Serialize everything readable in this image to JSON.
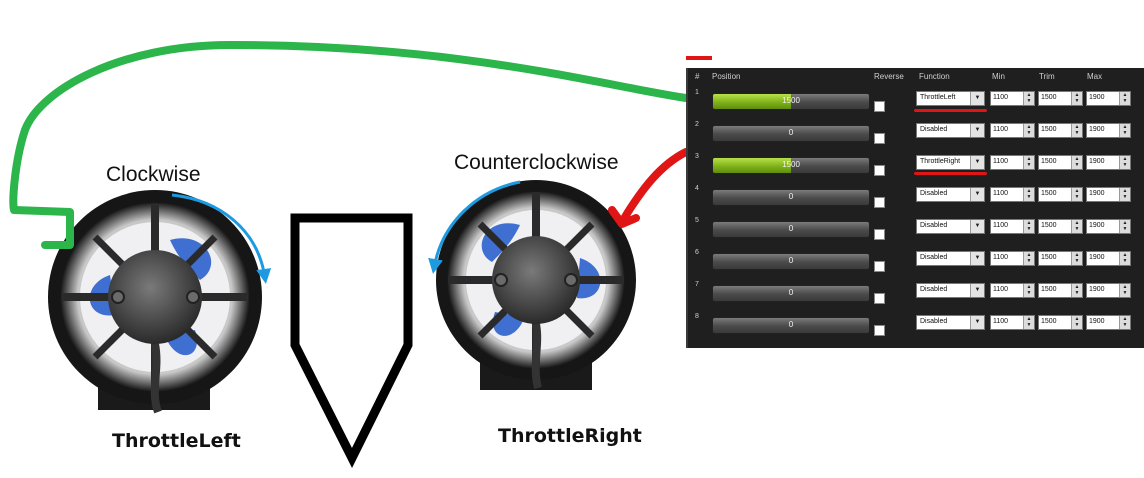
{
  "labels": {
    "clockwise": "Clockwise",
    "counterclockwise": "Counterclockwise",
    "throttle_left": "ThrottleLeft",
    "throttle_right": "ThrottleRight"
  },
  "panel": {
    "headers": {
      "num": "#",
      "position": "Position",
      "reverse": "Reverse",
      "function": "Function",
      "min": "Min",
      "trim": "Trim",
      "max": "Max"
    },
    "rows": [
      {
        "num": "1",
        "position": "1500",
        "level": 0.5,
        "reverse": false,
        "function": "ThrottleLeft",
        "min": "1100",
        "trim": "1500",
        "max": "1900"
      },
      {
        "num": "2",
        "position": "0",
        "level": 0,
        "reverse": false,
        "function": "Disabled",
        "min": "1100",
        "trim": "1500",
        "max": "1900"
      },
      {
        "num": "3",
        "position": "1500",
        "level": 0.5,
        "reverse": false,
        "function": "ThrottleRight",
        "min": "1100",
        "trim": "1500",
        "max": "1900"
      },
      {
        "num": "4",
        "position": "0",
        "level": 0,
        "reverse": false,
        "function": "Disabled",
        "min": "1100",
        "trim": "1500",
        "max": "1900"
      },
      {
        "num": "5",
        "position": "0",
        "level": 0,
        "reverse": false,
        "function": "Disabled",
        "min": "1100",
        "trim": "1500",
        "max": "1900"
      },
      {
        "num": "6",
        "position": "0",
        "level": 0,
        "reverse": false,
        "function": "Disabled",
        "min": "1100",
        "trim": "1500",
        "max": "1900"
      },
      {
        "num": "7",
        "position": "0",
        "level": 0,
        "reverse": false,
        "function": "Disabled",
        "min": "1100",
        "trim": "1500",
        "max": "1900"
      },
      {
        "num": "8",
        "position": "0",
        "level": 0,
        "reverse": false,
        "function": "Disabled",
        "min": "1100",
        "trim": "1500",
        "max": "1900"
      }
    ]
  },
  "icons": {
    "dropdown": "chevron-down-icon",
    "spinner": "spinner-icon"
  },
  "colors": {
    "left_connector": "#2bb54a",
    "right_connector": "#e01515",
    "rotation_arrow": "#1e9be0",
    "propeller": "#3f6fd0",
    "bar_fill": "#8cc21e",
    "panel_bg": "#1f1f1f"
  }
}
